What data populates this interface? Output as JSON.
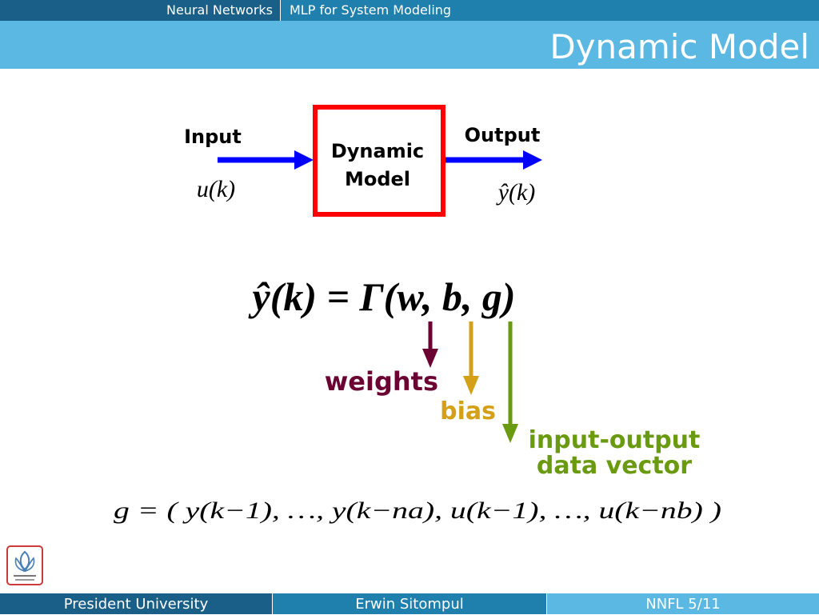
{
  "header": {
    "section": "Neural Networks",
    "subsection": "MLP for System Modeling",
    "title": "Dynamic Model"
  },
  "diagram": {
    "input_label": "Input",
    "output_label": "Output",
    "block_line1": "Dynamic",
    "block_line2": "Model",
    "input_signal": "u(k)",
    "output_signal": "ŷ(k)"
  },
  "equation": {
    "main": "ŷ(k) = Γ(w, b, g)",
    "weights_label": "weights",
    "bias_label": "bias",
    "io_label_line1": "input-output",
    "io_label_line2": "data vector",
    "vector": "g = ( y(k−1), …, y(k−na), u(k−1), …, u(k−nb) )"
  },
  "colors": {
    "weights": "#6b0033",
    "bias": "#d4a017",
    "io": "#6a9a10",
    "block": "#ff0000",
    "arrow": "#0000ff"
  },
  "footer": {
    "left": "President University",
    "center": "Erwin Sitompul",
    "right": "NNFL 5/11"
  },
  "logo": {
    "icon": "president-university-logo"
  }
}
